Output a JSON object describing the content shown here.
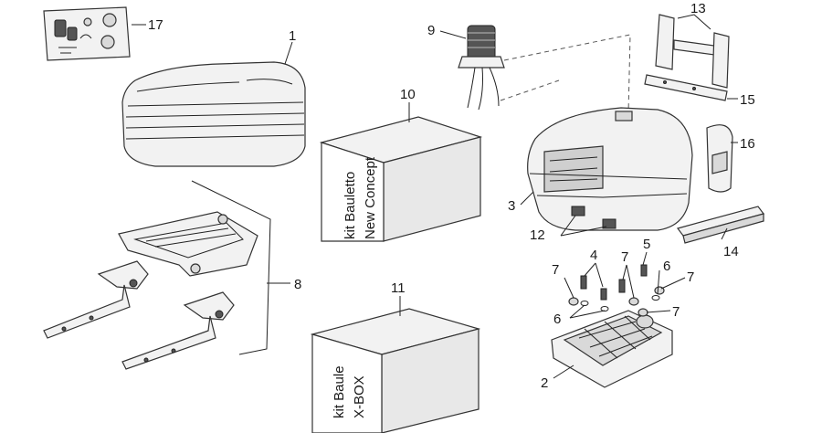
{
  "callouts": {
    "n1": "1",
    "n2": "2",
    "n3": "3",
    "n4": "4",
    "n5": "5",
    "n6a": "6",
    "n6b": "6",
    "n7a": "7",
    "n7b": "7",
    "n7c": "7",
    "n7d": "7",
    "n8": "8",
    "n9": "9",
    "n10": "10",
    "n11": "11",
    "n12": "12",
    "n13": "13",
    "n14": "14",
    "n15": "15",
    "n16": "16",
    "n17": "17"
  },
  "kits": {
    "bauletto_line1": "kit Bauletto",
    "bauletto_line2": "New Concept",
    "baule_line1": "kit Baule",
    "baule_line2": "X-BOX"
  }
}
